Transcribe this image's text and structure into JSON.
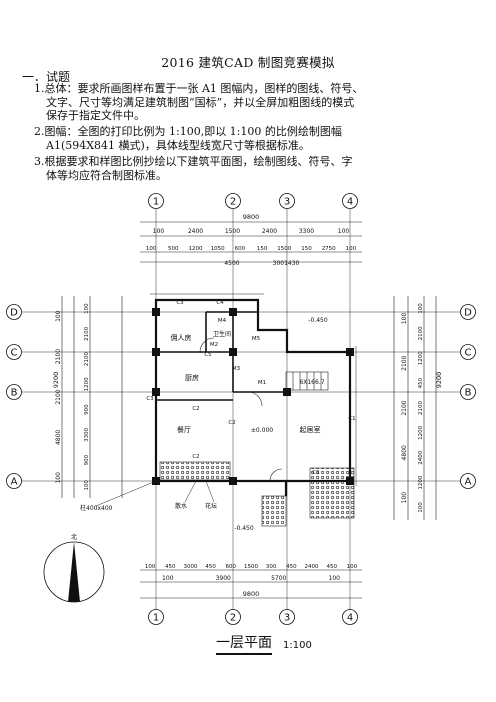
{
  "doc": {
    "title": "2016 建筑CAD 制图竞赛模拟",
    "section": "一．试题",
    "items": [
      {
        "line1": "1.总体：要求所画图样布置于一张 A1 图幅内，图样的图线、符号、",
        "line2": "文字、尺寸等均满足建筑制图“国标”，并以全屏加粗图线的模式",
        "line3": "保存于指定文件中。"
      },
      {
        "line1": "2.图幅：全图的打印比例为 1:100,即以 1:100 的比例绘制图幅",
        "line2": "A1(594X841 横式)，具体线型线宽尺寸等根据标准。"
      },
      {
        "line1": "3.根据要求和样图比例抄绘以下建筑平面图，绘制图线、符号、字",
        "line2": "体等均应符合制图标准。"
      }
    ]
  },
  "plan": {
    "axes_top": [
      "1",
      "2",
      "3",
      "4"
    ],
    "axes_bottom": [
      "1",
      "2",
      "3",
      "4"
    ],
    "axes_left": [
      "D",
      "C",
      "B",
      "A"
    ],
    "axes_right": [
      "D",
      "C",
      "B",
      "A"
    ],
    "dim_top_total": "9800",
    "dim_top_mid": [
      "100",
      "2400",
      "1500",
      "2400",
      "3300",
      "100"
    ],
    "dim_top_detail": [
      "100",
      "500",
      "1200",
      "1050",
      "600",
      "150",
      "1500",
      "150",
      "2750",
      "100"
    ],
    "dim_top_sub": [
      "4500",
      "3001430"
    ],
    "dim_bottom_detail": [
      "100",
      "450",
      "3000",
      "450",
      "600",
      "1500",
      "300",
      "450",
      "2400",
      "450",
      "100"
    ],
    "dim_bottom_mid": [
      "100",
      "3900",
      "5700",
      "100"
    ],
    "dim_bottom_total": "9800",
    "dim_left_outer": [
      "100",
      "2100",
      "2100",
      "4800",
      "100"
    ],
    "dim_left_inner": [
      "100",
      "2100",
      "2100",
      "1200",
      "900",
      "3300",
      "900",
      "100"
    ],
    "dim_left_total": "9200",
    "dim_right_outer": [
      "100",
      "2100",
      "2100",
      "4800",
      "100"
    ],
    "dim_right_inner": [
      "100",
      "2100",
      "1200",
      "450",
      "2100",
      "1200",
      "2400",
      "1200",
      "100"
    ],
    "dim_right_total": "9200",
    "rooms": {
      "servant": "佣人房",
      "wc": "卫生间",
      "kitchen": "厨房",
      "dining": "餐厅",
      "living": "起居室"
    },
    "tags": [
      "C3",
      "C4",
      "M2",
      "M3",
      "M4",
      "M1",
      "C2",
      "C2",
      "C2",
      "C1",
      "C1",
      "C3",
      "M5",
      "C5"
    ],
    "elev_outer": "-0.450",
    "elev_inner": "±0.000",
    "elev_bottom": "-0.450",
    "stair_note": "6X166.7",
    "labels": {
      "column": "柱400x400",
      "drain": "散水",
      "planter": "花坛"
    },
    "north_label": "北",
    "title": "一层平面",
    "scale": "1:100"
  }
}
